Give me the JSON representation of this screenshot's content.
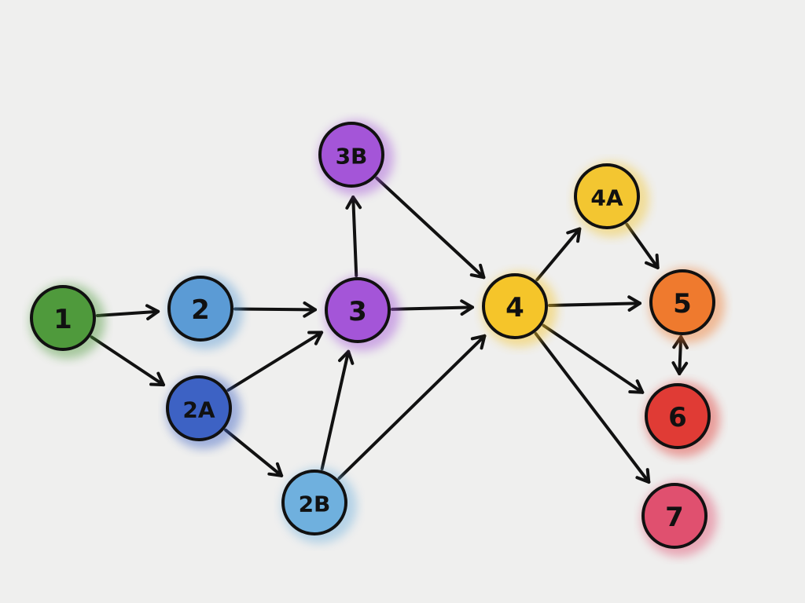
{
  "nodes": [
    {
      "id": "1",
      "label": "1",
      "color": "#4f9a3c"
    },
    {
      "id": "2",
      "label": "2",
      "color": "#5b9bd5"
    },
    {
      "id": "2A",
      "label": "2A",
      "color": "#3d62c4"
    },
    {
      "id": "2B",
      "label": "2B",
      "color": "#6fb0de"
    },
    {
      "id": "3",
      "label": "3",
      "color": "#a455d8"
    },
    {
      "id": "3B",
      "label": "3B",
      "color": "#a455d8"
    },
    {
      "id": "4",
      "label": "4",
      "color": "#f5c52a"
    },
    {
      "id": "4A",
      "label": "4A",
      "color": "#f3c631"
    },
    {
      "id": "5",
      "label": "5",
      "color": "#ef7a2e"
    },
    {
      "id": "6",
      "label": "6",
      "color": "#e03b35"
    },
    {
      "id": "7",
      "label": "7",
      "color": "#e0506f"
    }
  ],
  "edges": [
    {
      "from": "1",
      "to": "2"
    },
    {
      "from": "1",
      "to": "2A"
    },
    {
      "from": "2",
      "to": "3"
    },
    {
      "from": "2A",
      "to": "3"
    },
    {
      "from": "2A",
      "to": "2B"
    },
    {
      "from": "2B",
      "to": "3"
    },
    {
      "from": "2B",
      "to": "4"
    },
    {
      "from": "3",
      "to": "3B"
    },
    {
      "from": "3",
      "to": "4"
    },
    {
      "from": "3B",
      "to": "4"
    },
    {
      "from": "4",
      "to": "4A"
    },
    {
      "from": "4",
      "to": "5"
    },
    {
      "from": "4",
      "to": "6"
    },
    {
      "from": "4",
      "to": "7"
    },
    {
      "from": "4A",
      "to": "5"
    },
    {
      "from": "5",
      "to": "6",
      "bidirectional": true
    }
  ]
}
